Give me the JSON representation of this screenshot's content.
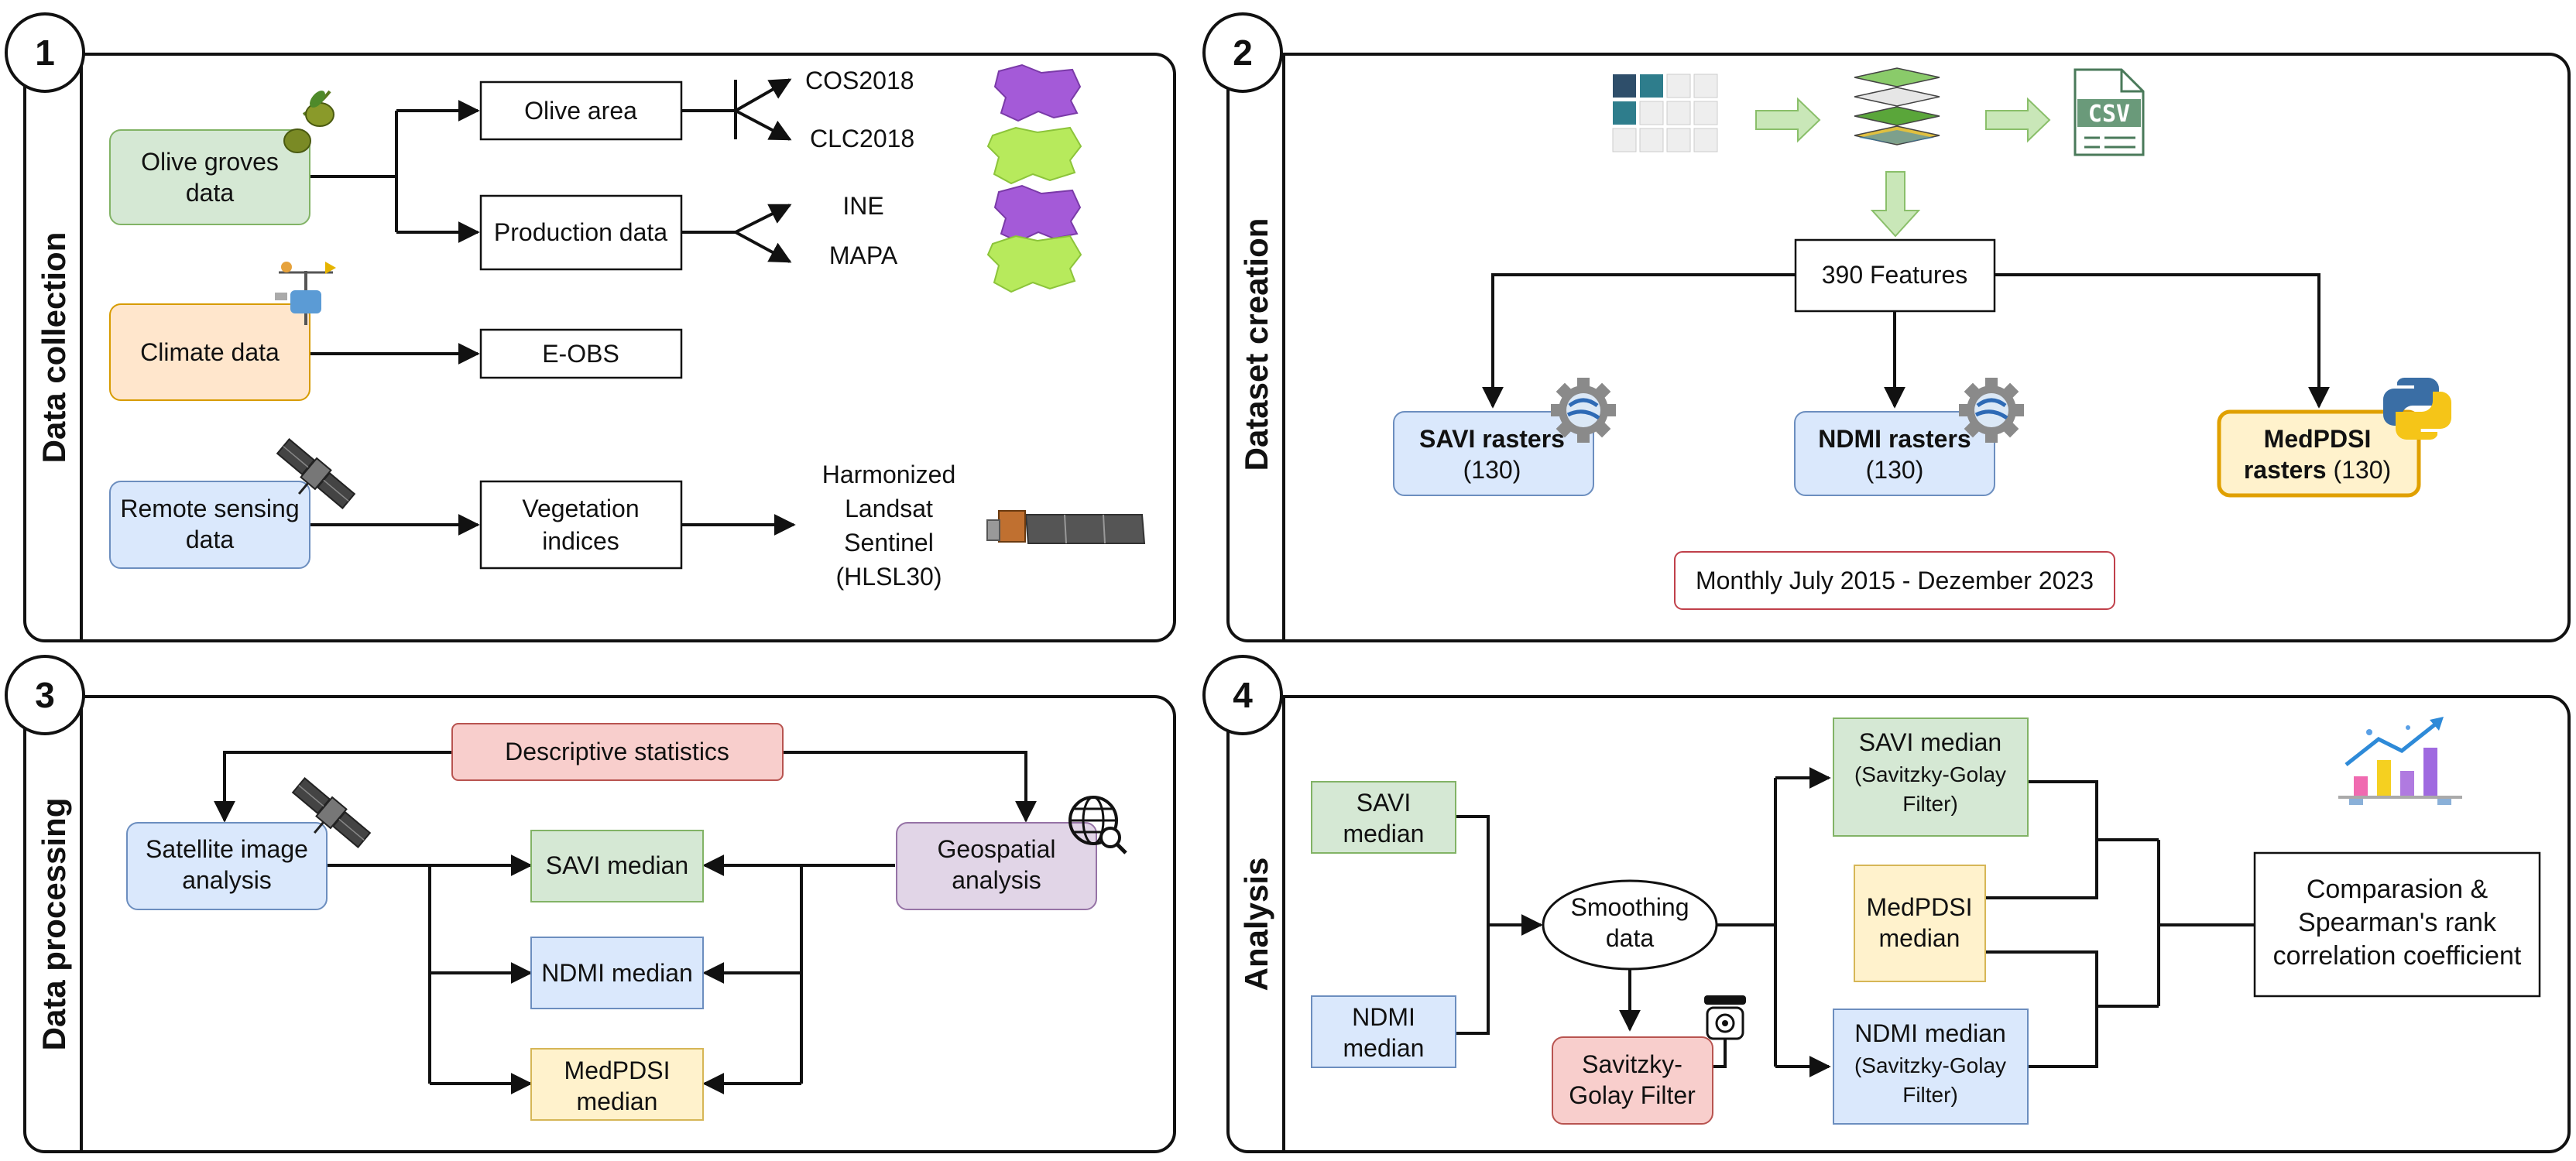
{
  "panels": [
    {
      "number": "1",
      "title": "Data collection"
    },
    {
      "number": "2",
      "title": "Dataset creation"
    },
    {
      "number": "3",
      "title": "Data processing"
    },
    {
      "number": "4",
      "title": "Analysis"
    }
  ],
  "p1": {
    "olive_groves": [
      "Olive groves",
      "data"
    ],
    "climate": "Climate data",
    "remote_sensing": [
      "Remote sensing",
      "data"
    ],
    "olive_area": "Olive area",
    "production": "Production data",
    "eobs": "E-OBS",
    "vegetation": [
      "Vegetation",
      "indices"
    ],
    "cos": "COS2018",
    "clc": "CLC2018",
    "ine": "INE",
    "mapa": "MAPA",
    "hlsl": [
      "Harmonized",
      "Landsat",
      "Sentinel",
      "(HLSL30)"
    ]
  },
  "p2": {
    "features": "390 Features",
    "savi": [
      "SAVI rasters",
      "(130)"
    ],
    "ndmi": [
      "NDMI rasters",
      "(130)"
    ],
    "medpdsi": [
      "MedPDSI",
      "rasters",
      "(130)"
    ],
    "csv": "CSV",
    "period": "Monthly July 2015 - Dezember 2023"
  },
  "p3": {
    "descriptive": "Descriptive statistics",
    "satellite": [
      "Satellite image",
      "analysis"
    ],
    "geospatial": [
      "Geospatial",
      "analysis"
    ],
    "savi": "SAVI median",
    "ndmi": "NDMI median",
    "medpdsi": [
      "MedPDSI",
      "median"
    ]
  },
  "p4": {
    "savi": [
      "SAVI",
      "median"
    ],
    "ndmi": [
      "NDMI",
      "median"
    ],
    "smoothing": [
      "Smoothing",
      "data"
    ],
    "sg_filter": [
      "Savitzky-",
      "Golay Filter"
    ],
    "savi_sg": [
      "SAVI median",
      "(Savitzky-Golay",
      "Filter)"
    ],
    "medpdsi": [
      "MedPDSI",
      "median"
    ],
    "ndmi_sg": [
      "NDMI median",
      "(Savitzky-Golay",
      "Filter)"
    ],
    "comparison": [
      "Comparasion &",
      "Spearman's rank",
      "correlation coefficient"
    ]
  },
  "colors": {
    "green_fill": "#d5e8d4",
    "green_stroke": "#82b366",
    "orange_fill": "#ffe6cc",
    "orange_stroke": "#d79b00",
    "blue_fill": "#dae8fc",
    "blue_stroke": "#6c8ebf",
    "red_fill": "#f8cecc",
    "red_stroke": "#b85450",
    "purple_fill": "#e1d5e7",
    "purple_stroke": "#9673a6",
    "yellow_fill": "#fff2cc",
    "yellow_stroke": "#d6b656",
    "medpdsi_raster_stroke": "#e0a000",
    "period_stroke": "#c0404a"
  }
}
